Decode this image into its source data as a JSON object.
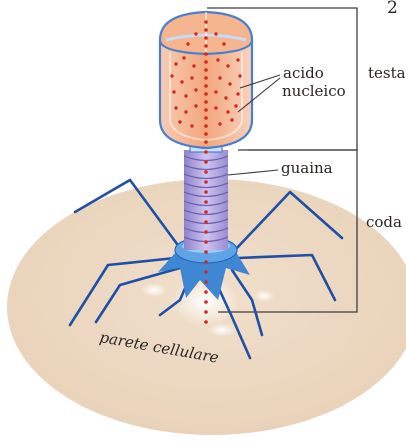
{
  "labels": {
    "acido": "acido",
    "nucleico": "nucleico",
    "testa": "testa",
    "guaina": "guaina",
    "coda": "coda",
    "parete": "parete cellulare",
    "corner": "2"
  },
  "colors": {
    "cell_wall": "#ecd8c2",
    "head_fill": "#f4b28c",
    "head_outline": "#4a7fd0",
    "sheath": "#a79bd6",
    "tail_fibers": "#1f4fa6",
    "nucleic_acid_dots": "#d12a1f",
    "baseplate": "#4b8fd6"
  }
}
